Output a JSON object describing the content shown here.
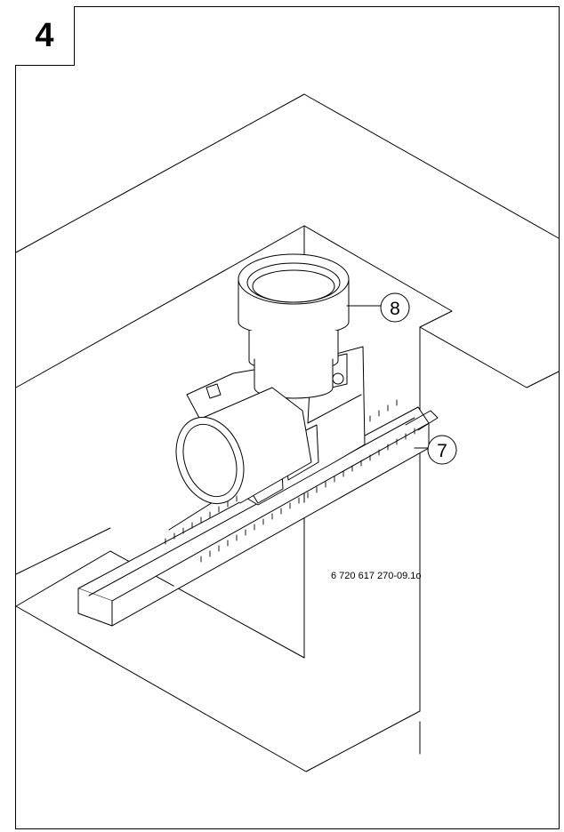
{
  "step": {
    "number": "4"
  },
  "callouts": [
    {
      "id": "8",
      "label": "8"
    },
    {
      "id": "7",
      "label": "7"
    }
  ],
  "figure_ref": "6 720 617 270-09.1o"
}
